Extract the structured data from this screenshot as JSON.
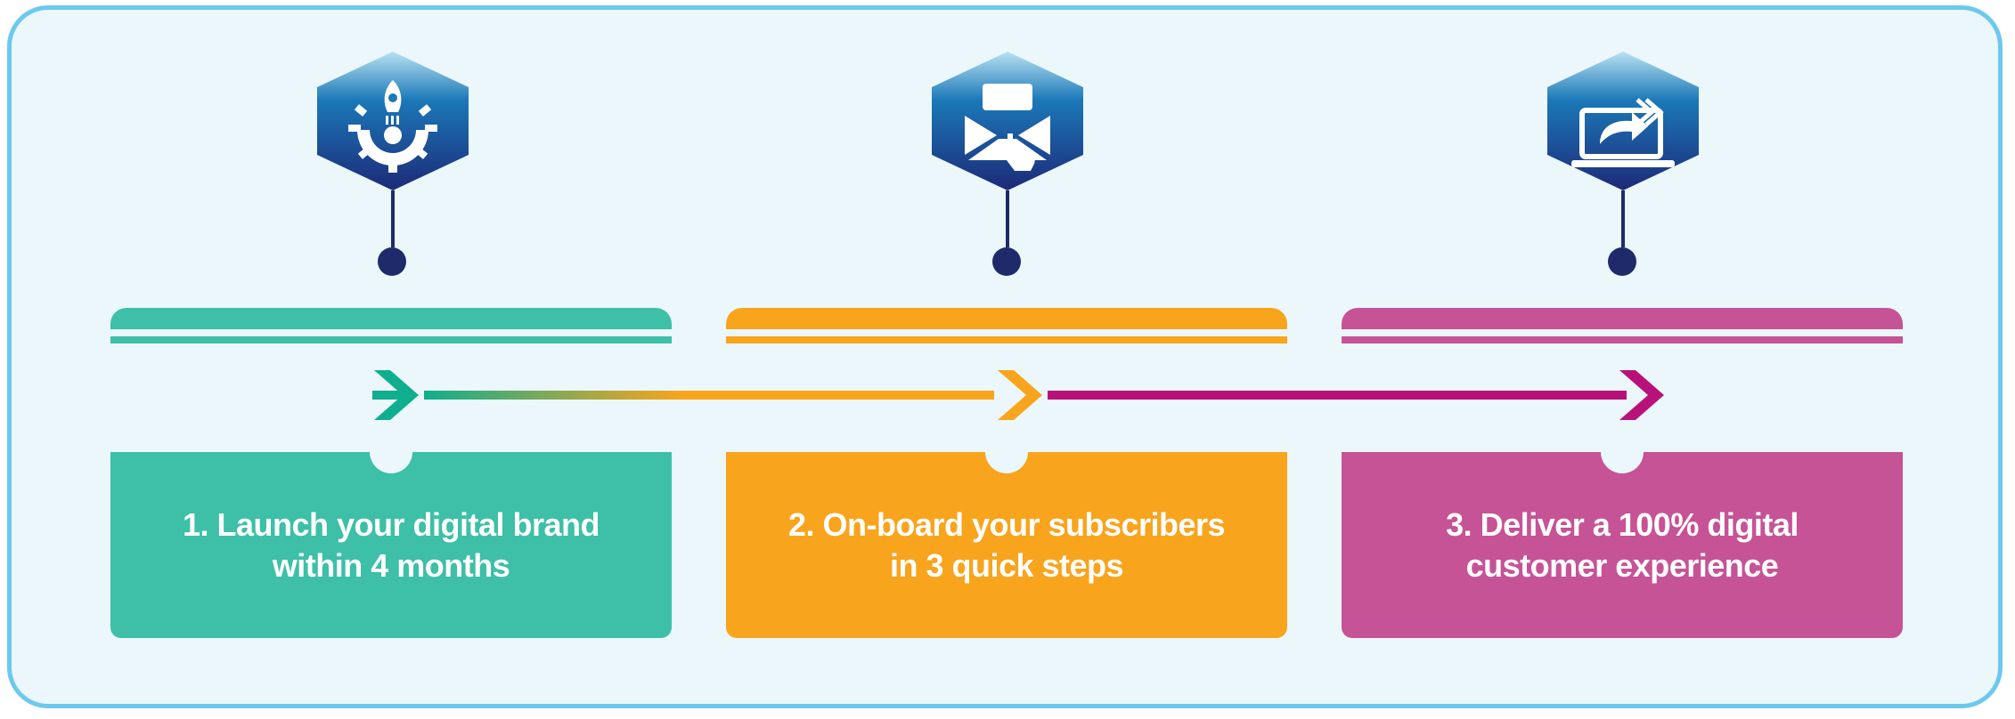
{
  "colors": {
    "frame_border": "#6cc8ee",
    "background": "#ebf7fb",
    "hex_top": "#b9e2f3",
    "hex_mid": "#1b78b8",
    "hex_bottom": "#1c2a78",
    "connector": "#1f2a6b",
    "arrow_end": "#b8127a"
  },
  "steps": [
    {
      "icon": "gear-rocket-icon",
      "color": "#3dbfa8",
      "line1": "1. Launch your digital brand",
      "line2": "within 4 months"
    },
    {
      "icon": "envelope-touch-icon",
      "color": "#f8a41d",
      "line1": "2. On-board your subscribers",
      "line2": "in 3 quick steps"
    },
    {
      "icon": "laptop-share-icon",
      "color": "#c65396",
      "line1": "3. Deliver a 100% digital",
      "line2": "customer experience"
    }
  ]
}
